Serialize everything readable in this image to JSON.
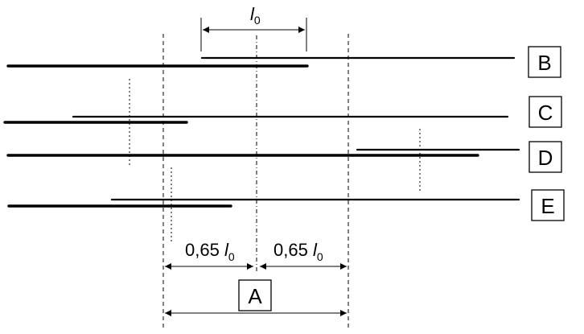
{
  "labels": {
    "b": "B",
    "c": "C",
    "d": "D",
    "e": "E",
    "a": "A"
  },
  "dimensions": {
    "top_symbol": "l",
    "top_subscript": "0",
    "left_value": "0,65 ",
    "left_symbol": "l",
    "left_subscript": "0",
    "right_value": "0,65 ",
    "right_symbol": "l",
    "right_subscript": "0"
  },
  "colors": {
    "line": "#000000",
    "background": "#ffffff"
  }
}
